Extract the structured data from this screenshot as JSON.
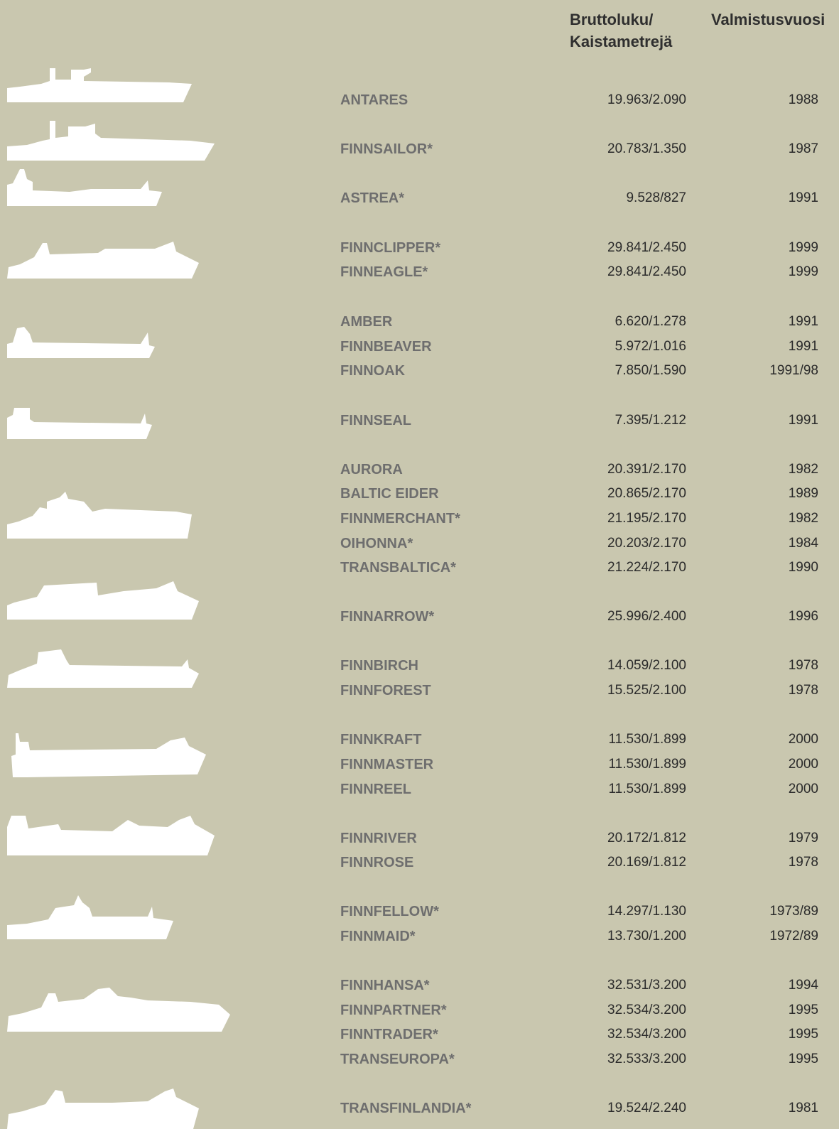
{
  "header": {
    "gross_label_line1": "Bruttoluku/",
    "gross_label_line2": "Kaistametrejä",
    "year_label": "Valmistusvuosi"
  },
  "ships": [
    {
      "name": "ANTARES",
      "gross": "19.963/2.090",
      "year": "1988"
    },
    {
      "name": "FINNSAILOR*",
      "gross": "20.783/1.350",
      "year": "1987"
    },
    {
      "name": "ASTREA*",
      "gross": "9.528/827",
      "year": "1991"
    },
    {
      "name": "FINNCLIPPER*",
      "gross": "29.841/2.450",
      "year": "1999"
    },
    {
      "name": "FINNEAGLE*",
      "gross": "29.841/2.450",
      "year": "1999"
    },
    {
      "name": "AMBER",
      "gross": "6.620/1.278",
      "year": "1991"
    },
    {
      "name": "FINNBEAVER",
      "gross": "5.972/1.016",
      "year": "1991"
    },
    {
      "name": "FINNOAK",
      "gross": "7.850/1.590",
      "year": "1991/98"
    },
    {
      "name": "FINNSEAL",
      "gross": "7.395/1.212",
      "year": "1991"
    },
    {
      "name": "AURORA",
      "gross": "20.391/2.170",
      "year": "1982"
    },
    {
      "name": "BALTIC EIDER",
      "gross": "20.865/2.170",
      "year": "1989"
    },
    {
      "name": "FINNMERCHANT*",
      "gross": "21.195/2.170",
      "year": "1982"
    },
    {
      "name": "OIHONNA*",
      "gross": "20.203/2.170",
      "year": "1984"
    },
    {
      "name": "TRANSBALTICA*",
      "gross": "21.224/2.170",
      "year": "1990"
    },
    {
      "name": "FINNARROW*",
      "gross": "25.996/2.400",
      "year": "1996"
    },
    {
      "name": "FINNBIRCH",
      "gross": "14.059/2.100",
      "year": "1978"
    },
    {
      "name": "FINNFOREST",
      "gross": "15.525/2.100",
      "year": "1978"
    },
    {
      "name": "FINNKRAFT",
      "gross": "11.530/1.899",
      "year": "2000"
    },
    {
      "name": "FINNMASTER",
      "gross": "11.530/1.899",
      "year": "2000"
    },
    {
      "name": "FINNREEL",
      "gross": "11.530/1.899",
      "year": "2000"
    },
    {
      "name": "FINNRIVER",
      "gross": "20.172/1.812",
      "year": "1979"
    },
    {
      "name": "FINNROSE",
      "gross": "20.169/1.812",
      "year": "1978"
    },
    {
      "name": "FINNFELLOW*",
      "gross": "14.297/1.130",
      "year": "1973/89"
    },
    {
      "name": "FINNMAID*",
      "gross": "13.730/1.200",
      "year": "1972/89"
    },
    {
      "name": "FINNHANSA*",
      "gross": "32.531/3.200",
      "year": "1994"
    },
    {
      "name": "FINNPARTNER*",
      "gross": "32.534/3.200",
      "year": "1995"
    },
    {
      "name": "FINNTRADER*",
      "gross": "32.534/3.200",
      "year": "1995"
    },
    {
      "name": "TRANSEUROPA*",
      "gross": "32.533/3.200",
      "year": "1995"
    },
    {
      "name": "TRANSFINLANDIA*",
      "gross": "19.524/2.240",
      "year": "1981"
    }
  ],
  "icons": [
    "ship-silhouette-icon"
  ]
}
